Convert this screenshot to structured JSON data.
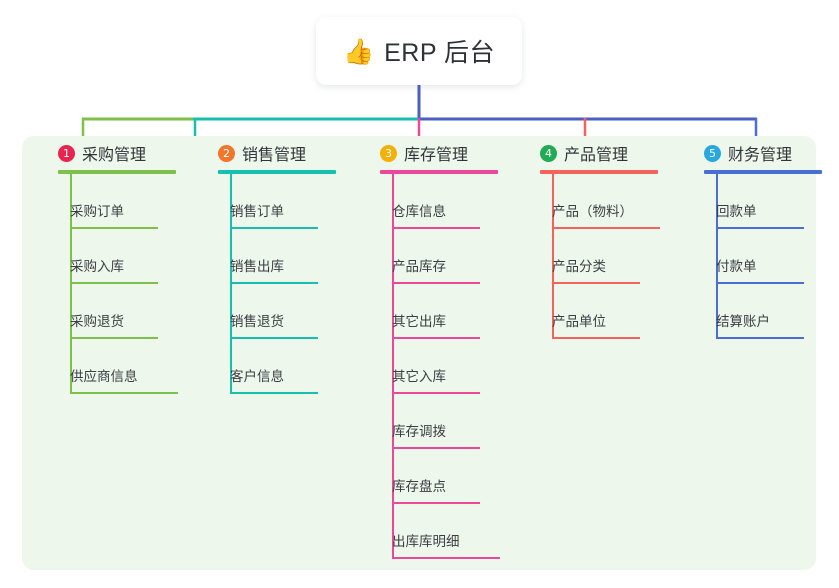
{
  "root": {
    "icon": "thumbs-up-icon",
    "emoji": "👍",
    "title": "ERP 后台"
  },
  "palette": {
    "panel_bg": "#eef7eb",
    "canvas_bg": "#ffffff",
    "text": "#3b3e44",
    "bus_green": "#7dc04b",
    "bus_teal": "#17bfae",
    "bus_blue": "#4a5fc1",
    "stem_green": "#7dc04b",
    "stem_teal": "#17bfae",
    "stem_pink": "#ec4899",
    "stem_red": "#f4625c",
    "stem_blue": "#4a6fd4",
    "root_stem": "#4a5fc1"
  },
  "columns": [
    {
      "index": "1",
      "badge_color": "#e8254f",
      "line_color": "#7dc04b",
      "title": "采购管理",
      "items": [
        "采购订单",
        "采购入库",
        "采购退货",
        "供应商信息"
      ]
    },
    {
      "index": "2",
      "badge_color": "#f4762a",
      "line_color": "#17bfae",
      "title": "销售管理",
      "items": [
        "销售订单",
        "销售出库",
        "销售退货",
        "客户信息"
      ]
    },
    {
      "index": "3",
      "badge_color": "#f5b008",
      "line_color": "#ec4899",
      "title": "库存管理",
      "items": [
        "仓库信息",
        "产品库存",
        "其它出库",
        "其它入库",
        "库存调拨",
        "库存盘点",
        "出库库明细"
      ]
    },
    {
      "index": "4",
      "badge_color": "#22ab55",
      "line_color": "#f4625c",
      "title": "产品管理",
      "items": [
        "产品（物料）",
        "产品分类",
        "产品单位"
      ]
    },
    {
      "index": "5",
      "badge_color": "#29a8e0",
      "line_color": "#4a6fd4",
      "title": "财务管理",
      "items": [
        "回款单",
        "付款单",
        "结算账户"
      ]
    }
  ]
}
